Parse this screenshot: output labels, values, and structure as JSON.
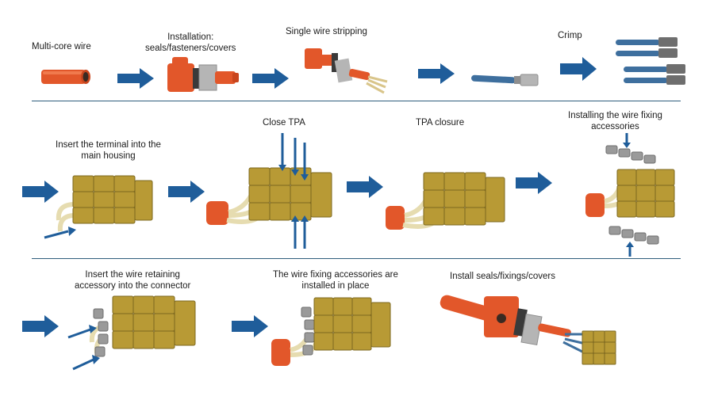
{
  "colors": {
    "arrow": "#1f5d9a",
    "divider": "#2f5d7c",
    "cable_orange": "#e2572a",
    "housing_tan": "#b89a35",
    "wire_blue": "#3e6f9e",
    "seal_gray": "#8e8e8e"
  },
  "steps": {
    "s1": "Multi-core wire",
    "s2_line1": "Installation:",
    "s2_line2": "seals/fasteners/covers",
    "s3": "Single wire stripping",
    "s4": "Crimp",
    "s5_line1": "Insert the terminal into the",
    "s5_line2": "main housing",
    "s6": "Close TPA",
    "s7": "TPA closure",
    "s8_line1": "Installing the wire fixing",
    "s8_line2": "accessories",
    "s9_line1": "Insert the wire retaining",
    "s9_line2": "accessory into the connector",
    "s10_line1": "The wire fixing accessories are",
    "s10_line2": "installed in place",
    "s11": "Install seals/fixings/covers"
  }
}
